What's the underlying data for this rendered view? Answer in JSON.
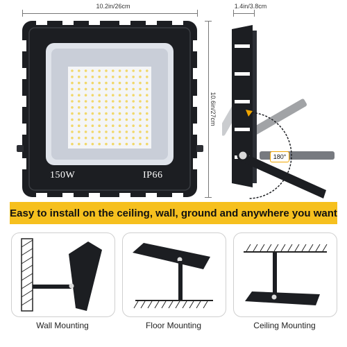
{
  "dimensions": {
    "width_label": "10.2in/26cm",
    "height_label": "10.6in/27cm",
    "depth_label": "1.4in/3.8cm"
  },
  "light": {
    "wattage_label": "150W",
    "ip_rating_label": "IP66"
  },
  "rotation": {
    "angle_label": "180°"
  },
  "banner": {
    "text": "Easy to install on the ceiling, wall, ground and anywhere you want",
    "color": "#f6c01e"
  },
  "mounting_options": [
    {
      "label": "Wall Mounting",
      "icon": "wall-mount-icon"
    },
    {
      "label": "Floor Mounting",
      "icon": "floor-mount-icon"
    },
    {
      "label": "Ceiling Mounting",
      "icon": "ceiling-mount-icon"
    }
  ]
}
